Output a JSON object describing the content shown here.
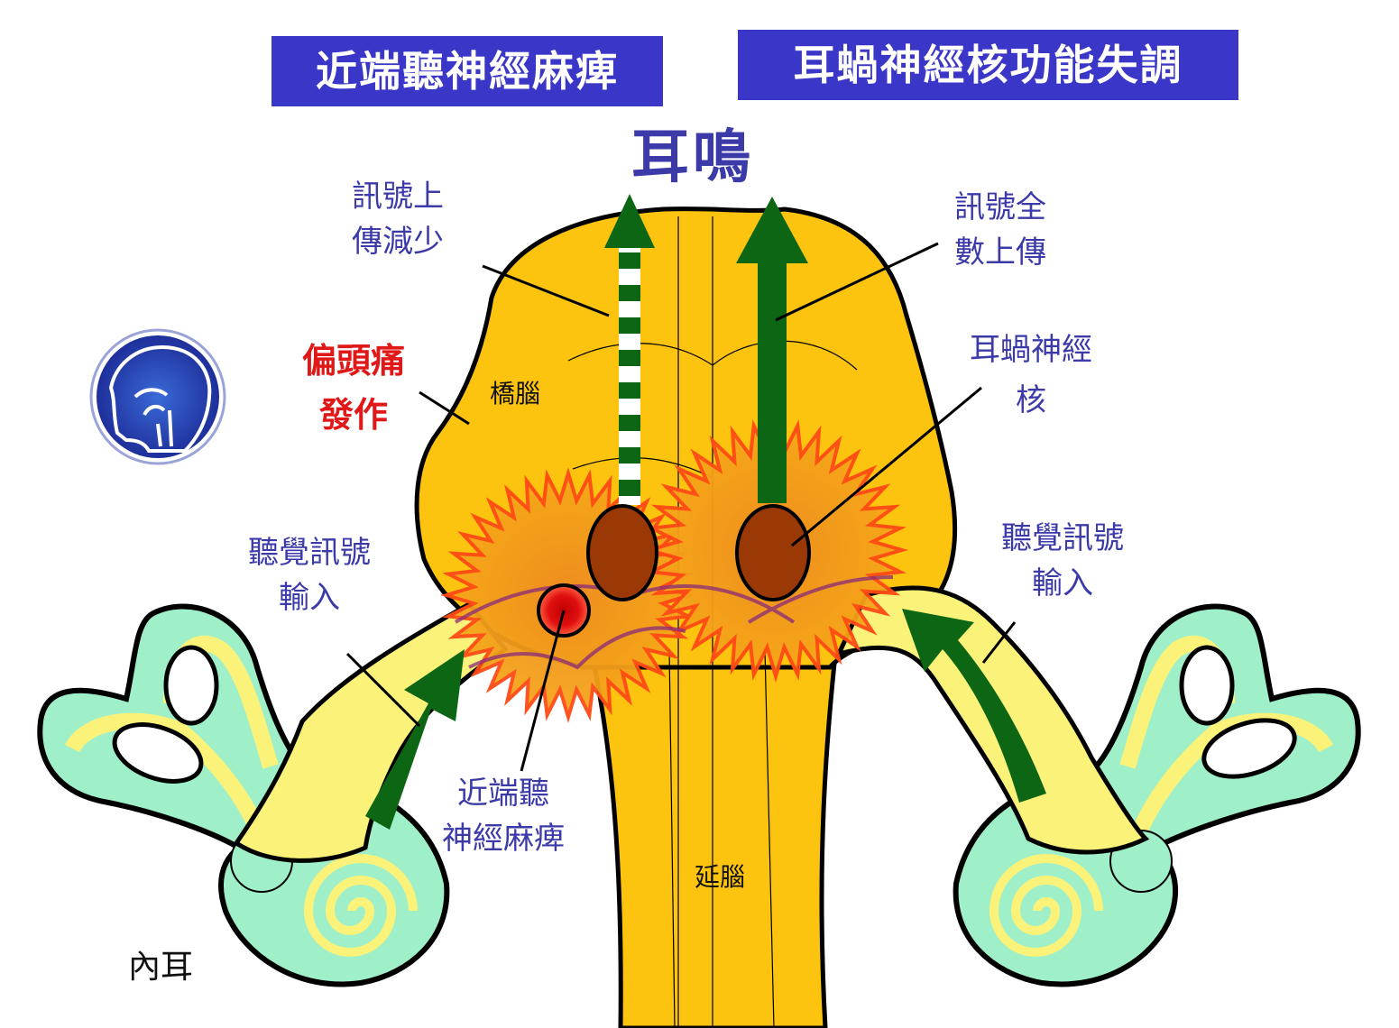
{
  "titles": {
    "left": "近端聽神經麻痺",
    "right": "耳蝸神經核功能失調"
  },
  "labels": {
    "tinnitus": "耳鳴",
    "signal_reduced": [
      "訊號上",
      "傳減少"
    ],
    "signal_full": [
      "訊號全",
      "數上傳"
    ],
    "migraine": [
      "偏頭痛",
      "發作"
    ],
    "pons": "橋腦",
    "cochlear_nucleus": [
      "耳蝸神經",
      "核"
    ],
    "auditory_input_left": [
      "聽覺訊號",
      "輸入"
    ],
    "auditory_input_right": [
      "聽覺訊號",
      "輸入"
    ],
    "proximal_nerve_palsy": [
      "近端聽",
      "神經麻痺"
    ],
    "medulla": "延腦",
    "inner_ear": "內耳"
  },
  "colors": {
    "title_bg": "#3a36c8",
    "brainstem": "#fcc40e",
    "nerve": "#fbf27a",
    "labyrinth": "#9ff0c8",
    "arrow": "#0d6614",
    "nucleus": "#9a3806",
    "burst": "#ff5a1e",
    "label_blue": "#3b3aa8",
    "label_red": "#e01818"
  },
  "icons": [
    "head-profile-logo-icon"
  ]
}
